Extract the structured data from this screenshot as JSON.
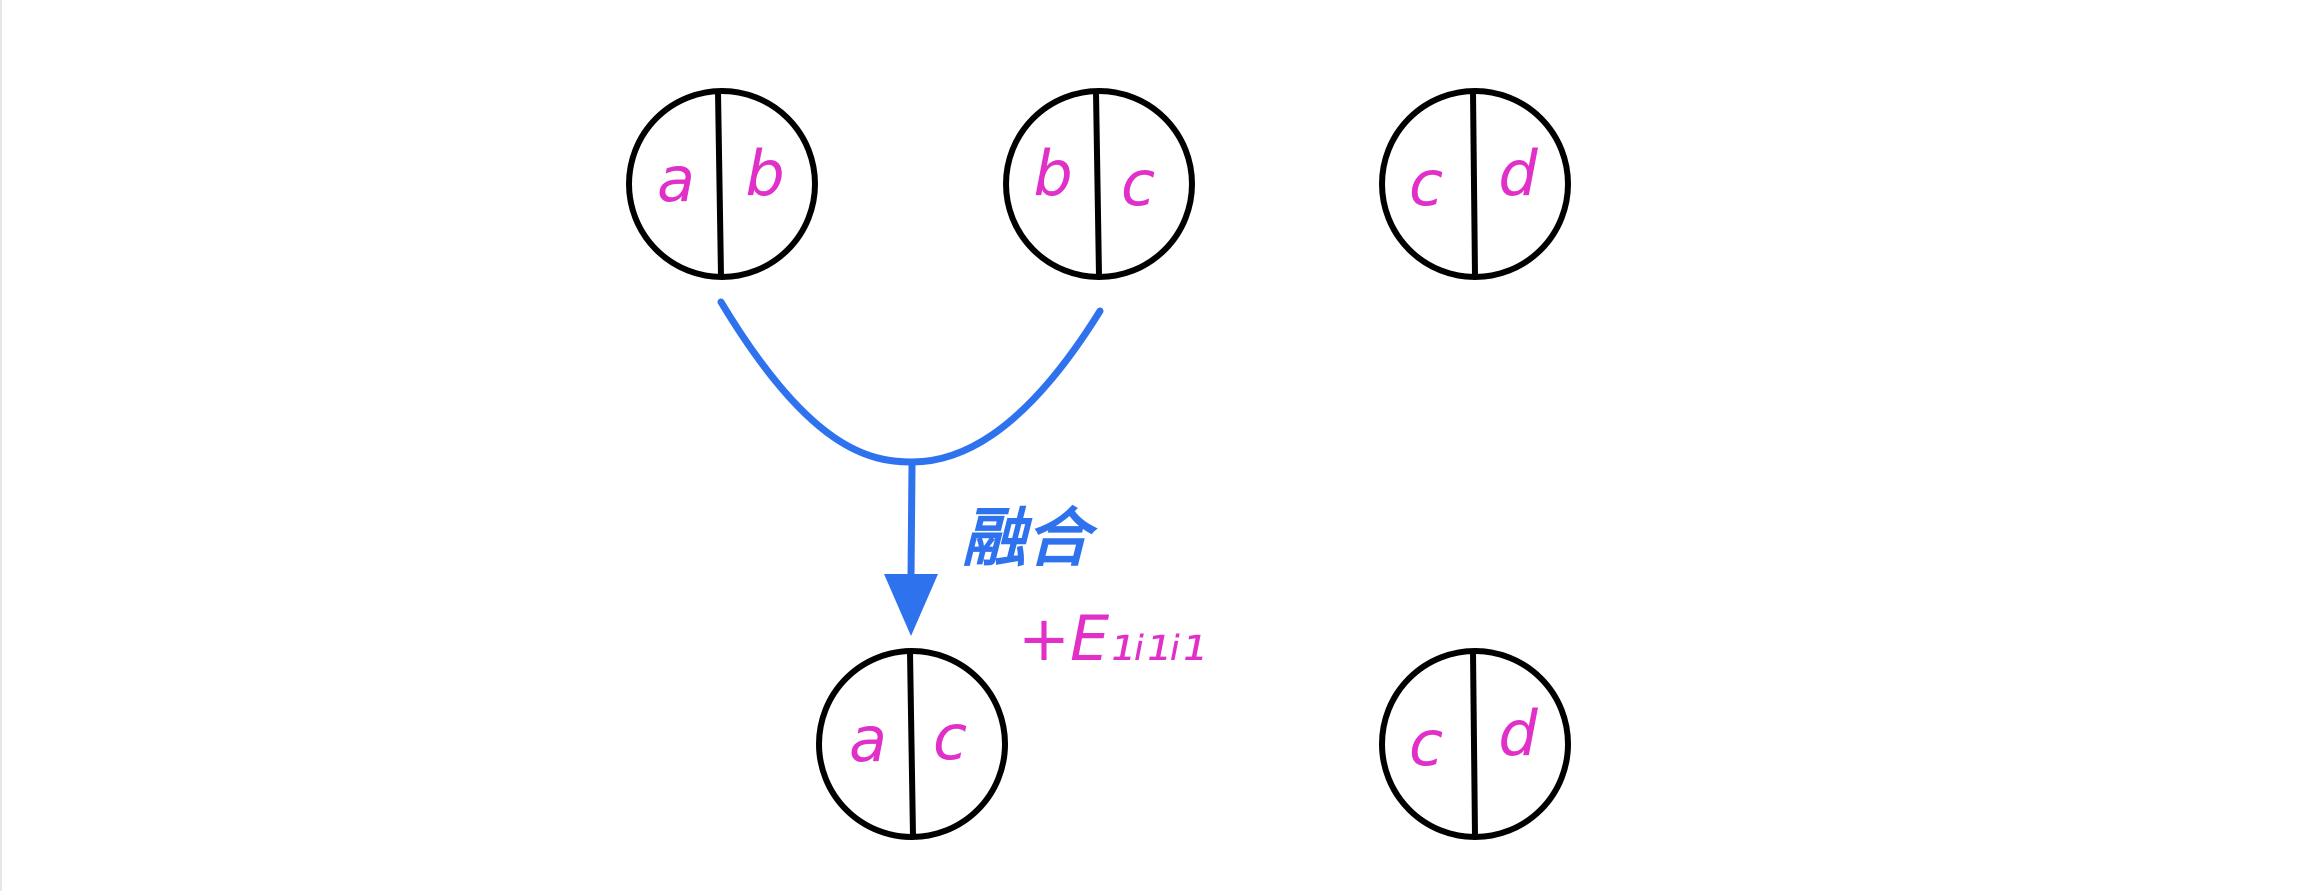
{
  "colors": {
    "stroke": "#000000",
    "letter": "#e030c8",
    "merge": "#2f72ee"
  },
  "top_row": {
    "node_ab": {
      "left": "a",
      "right": "b"
    },
    "node_bc": {
      "left": "b",
      "right": "c"
    },
    "node_cd": {
      "left": "c",
      "right": "d"
    }
  },
  "bottom_row": {
    "node_ac": {
      "left": "a",
      "right": "c"
    },
    "node_cd": {
      "left": "c",
      "right": "d"
    }
  },
  "merge": {
    "label": "融合",
    "extra": "+E₁ᵢ₁ᵢ₁"
  }
}
